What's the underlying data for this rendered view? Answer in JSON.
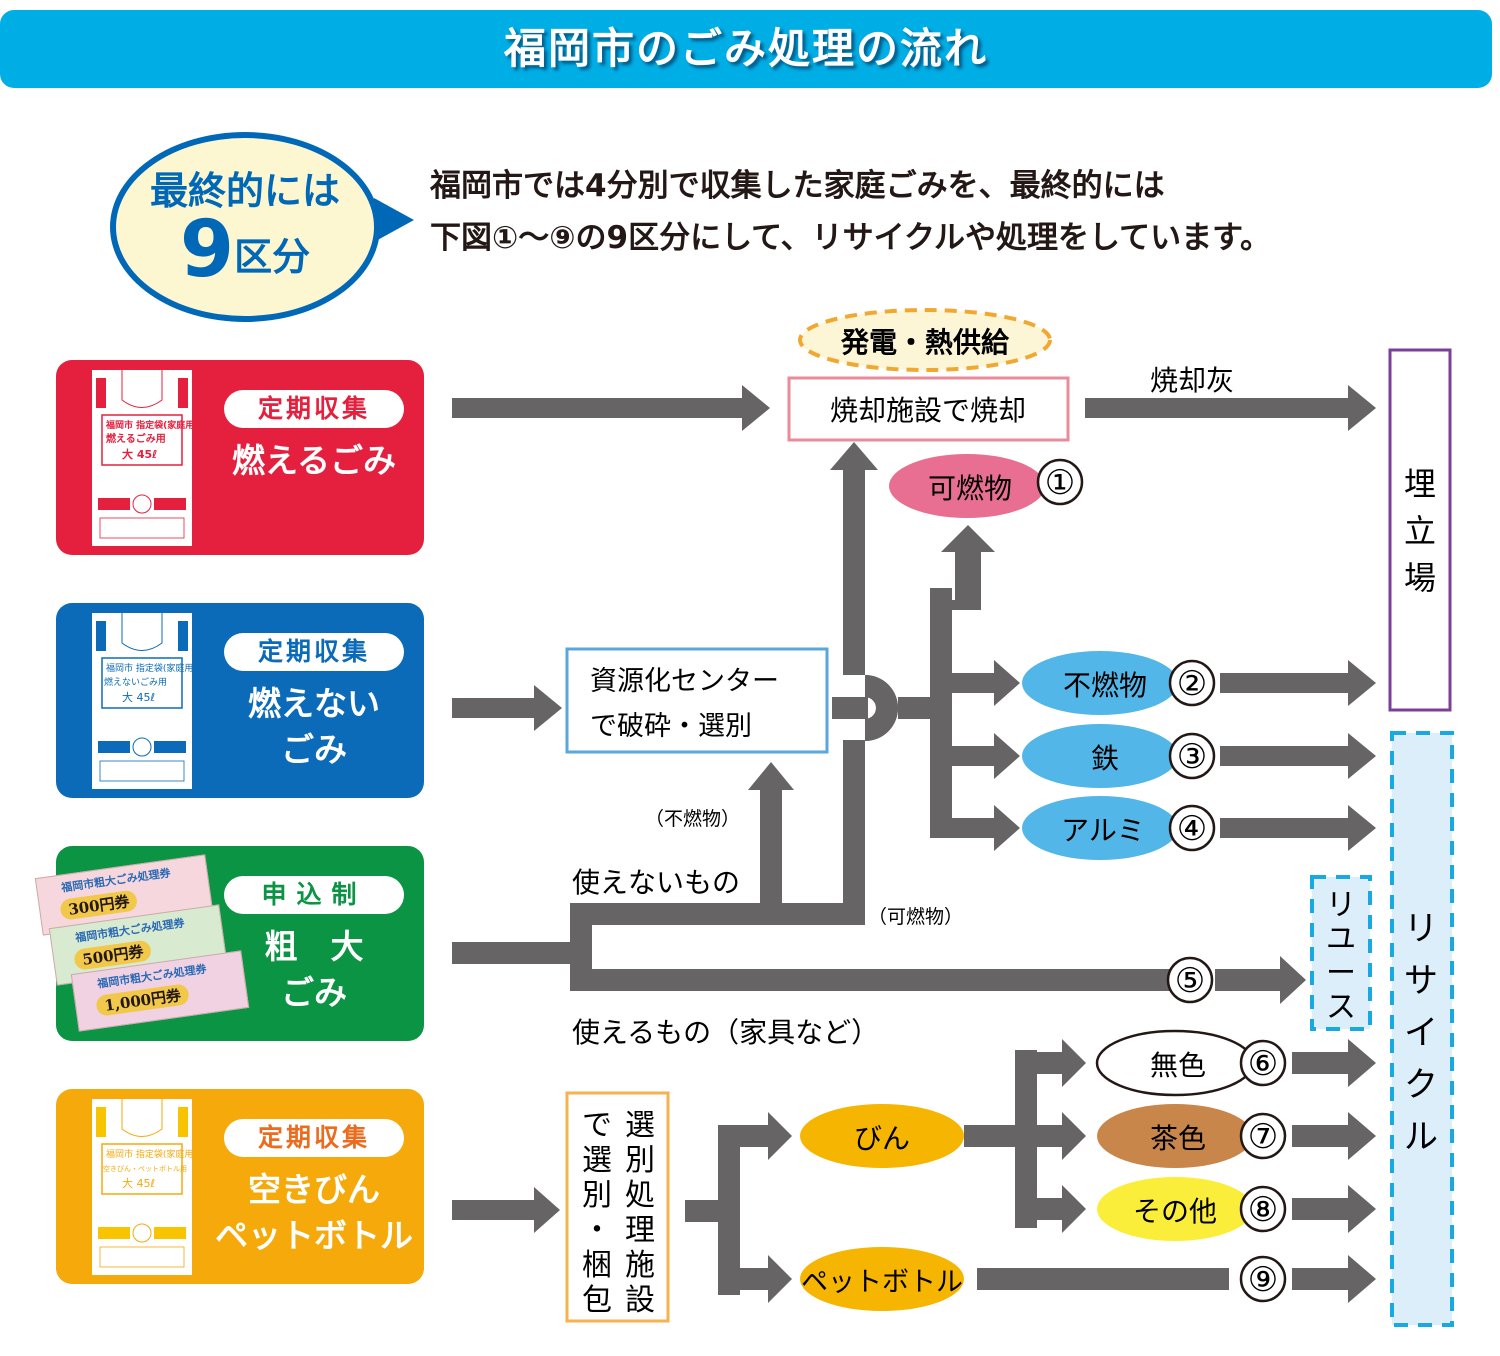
{
  "header": {
    "title": "福岡市のごみ処理の流れ"
  },
  "callout": {
    "line1": "最終的には",
    "line2_number": "9",
    "line2_suffix": "区分",
    "text_line1": "福岡市では4分別で収集した家庭ごみを、最終的には",
    "text_line2": "下図①～⑨の9区分にして、リサイクルや処理をしています。"
  },
  "colors": {
    "banner": "#00aee6",
    "callout_border": "#0068b7",
    "callout_fill": "#fdf7d1",
    "burnable": "#e4203e",
    "nonburnable": "#0c6bb8",
    "oversized": "#0b9444",
    "bottles": "#f5a90a",
    "arrow": "#666464",
    "landfill_border": "#7b3f98",
    "recycle_border": "#19a9e2",
    "recycle_fill": "#dbeefa",
    "combustible_ellipse": "#e86f92",
    "metal_ellipse": "#52b6e8",
    "bin_ellipse": "#f5b500",
    "brown_ellipse": "#c8864a",
    "other_ellipse": "#fbee3a",
    "incinerator_border": "#ea8b99",
    "center_border": "#59a7dc",
    "sorting_border": "#f6b24e",
    "power_ellipse_border": "#f0a830",
    "power_ellipse_fill": "#fdf6d6"
  },
  "categories": [
    {
      "tag": "定期収集",
      "name_lines": [
        "燃えるごみ"
      ],
      "bag_label": [
        "福岡市 指定袋(家庭用)",
        "燃えるごみ用",
        "大 45ℓ"
      ]
    },
    {
      "tag": "定期収集",
      "name_lines": [
        "燃えない",
        "ごみ"
      ],
      "bag_label": [
        "福岡市 指定袋(家庭用)",
        "燃えないごみ用",
        "大 45ℓ"
      ]
    },
    {
      "tag": "申込制",
      "name_lines": [
        "粗　大",
        "ごみ"
      ],
      "tickets": [
        "300円券",
        "500円券",
        "1,000円券"
      ],
      "ticket_header": "福岡市粗大ごみ処理券"
    },
    {
      "tag": "定期収集",
      "name_lines": [
        "空きびん",
        "ペットボトル"
      ],
      "bag_label": [
        "福岡市 指定袋(家庭用)",
        "空きびん・ペットボトル用",
        "大 45ℓ"
      ]
    }
  ],
  "facilities": {
    "power": "発電・熱供給",
    "incinerator": "焼却施設で焼却",
    "ash": "焼却灰",
    "center_line1": "資源化センター",
    "center_line2": "で破砕・選別",
    "sorting_col1": "選別処理施設",
    "sorting_col2": "で選別・梱包",
    "landfill": "埋立場",
    "recycle": "リサイクル",
    "reuse": "リユース"
  },
  "labels": {
    "nonburnable_paren": "（不燃物）",
    "burnable_paren": "（可燃物）",
    "unusable": "使えないもの",
    "usable": "使えるもの（家具など）"
  },
  "outputs": [
    {
      "num": "①",
      "label": "可燃物"
    },
    {
      "num": "②",
      "label": "不燃物"
    },
    {
      "num": "③",
      "label": "鉄"
    },
    {
      "num": "④",
      "label": "アルミ"
    },
    {
      "num": "⑤",
      "label": ""
    },
    {
      "num": "⑥",
      "label": "無色"
    },
    {
      "num": "⑦",
      "label": "茶色"
    },
    {
      "num": "⑧",
      "label": "その他"
    },
    {
      "num": "⑨",
      "label": ""
    }
  ],
  "intermediate": {
    "bin": "びん",
    "pet": "ペットボトル"
  }
}
